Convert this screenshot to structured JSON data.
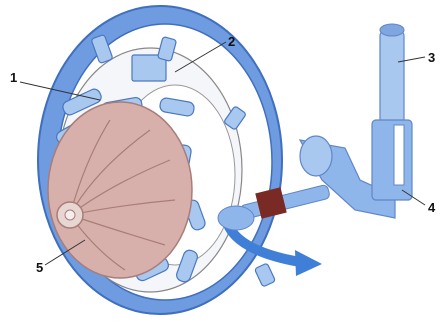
{
  "diagram": {
    "callouts": [
      {
        "id": "1",
        "label": "1"
      },
      {
        "id": "2",
        "label": "2"
      },
      {
        "id": "3",
        "label": "3"
      },
      {
        "id": "4",
        "label": "4"
      },
      {
        "id": "5",
        "label": "5"
      }
    ],
    "colors": {
      "outer_ring": "#6f9be0",
      "outer_ring_dark": "#3f6fbf",
      "vane": "#a8c8f0",
      "vane_edge": "#4a78c0",
      "turbine_wheel": "#d8b0ab",
      "turbine_wheel_dark": "#a97d78",
      "actuator": "#8fb6ea",
      "actuator_dark": "#5f86c8",
      "shaft_link": "#7a2a24",
      "arrow": "#3f7fd8",
      "outline": "#555555"
    }
  }
}
